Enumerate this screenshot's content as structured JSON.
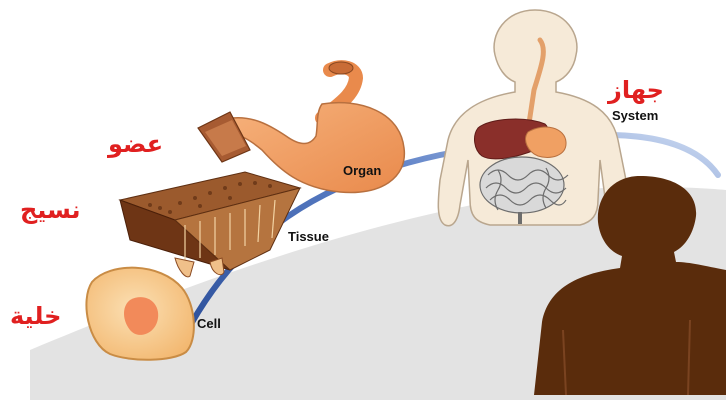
{
  "levels": {
    "cell": {
      "english": "Cell",
      "arabic": "خلية"
    },
    "tissue": {
      "english": "Tissue",
      "arabic": "نسيج"
    },
    "organ": {
      "english": "Organ",
      "arabic": "عضو"
    },
    "system": {
      "english": "System",
      "arabic": "جهاز"
    }
  },
  "colors": {
    "arabic_label": "#e02020",
    "english_label": "#111111",
    "progression_arrow": "#4b6fb8",
    "ground_hill": "#e3e3e3",
    "organism": "#5a2c0c",
    "system_body": "#f6ead8",
    "organ": "#f2a66c",
    "tissue": "#8a4a22",
    "cell": "#f7c98a",
    "nucleus": "#f28a5a"
  },
  "icons": [
    "cell-illustration",
    "tissue-illustration",
    "stomach-organ-illustration",
    "digestive-system-illustration",
    "human-organism-silhouette"
  ]
}
